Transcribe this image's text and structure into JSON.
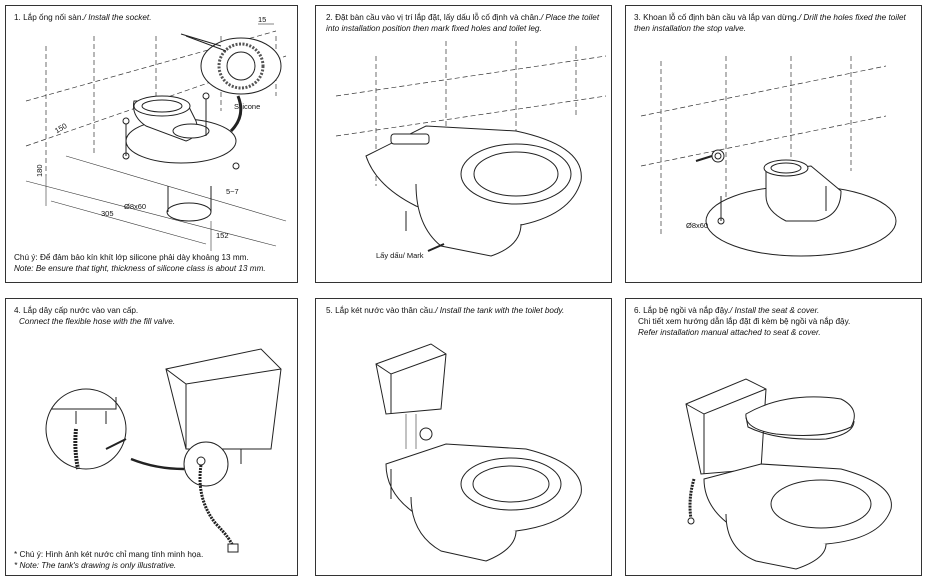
{
  "steps": [
    {
      "num": "1.",
      "vi": "Lắp ống nối sàn.",
      "en": "/ Install the socket.",
      "labels": {
        "d15": "15",
        "silicone": "Silicone",
        "d150": "150",
        "d180": "180",
        "d305": "305",
        "d152": "152",
        "d57": "5~7",
        "screw": "Ø8x60"
      },
      "note_vi": "Chú ý: Để đảm bảo kín khít lớp silicone phải dày khoảng 13 mm.",
      "note_en": "Note:  Be ensure that tight, thickness of silicone class is about 13 mm."
    },
    {
      "num": "2.",
      "vi": "Đặt bàn cầu vào vị trí lắp đặt, lấy dấu lỗ cố định và chân.",
      "en": "/ Place the toilet into installation position then mark fixed holes and toilet leg.",
      "labels": {
        "mark": "Lấy dấu/ Mark"
      }
    },
    {
      "num": "3.",
      "vi": "Khoan lỗ cố định bàn cầu và lắp van dừng.",
      "en": "/ Drill the holes fixed the toilet then installation the stop valve.",
      "labels": {
        "screw": "Ø8x60"
      }
    },
    {
      "num": "4.",
      "vi": "Lắp dây cấp nước vào van cấp.",
      "en": "Connect the flexible hose with the fill valve.",
      "note_vi": "* Chú ý: Hình ảnh két nước chỉ mang tính minh họa.",
      "note_en": "* Note: The tank's drawing is only illustrative."
    },
    {
      "num": "5.",
      "vi": "Lắp két nước vào thân cầu.",
      "en": "/ Install the tank with the toilet body."
    },
    {
      "num": "6.",
      "vi": "Lắp bệ ngồi và nắp đậy.",
      "en": "/ Install the seat & cover.",
      "line2": "Chi tiết xem hướng dẫn lắp đặt đi kèm bệ ngồi và nắp đậy.",
      "line3": "Refer installation manual attached to seat & cover."
    }
  ]
}
